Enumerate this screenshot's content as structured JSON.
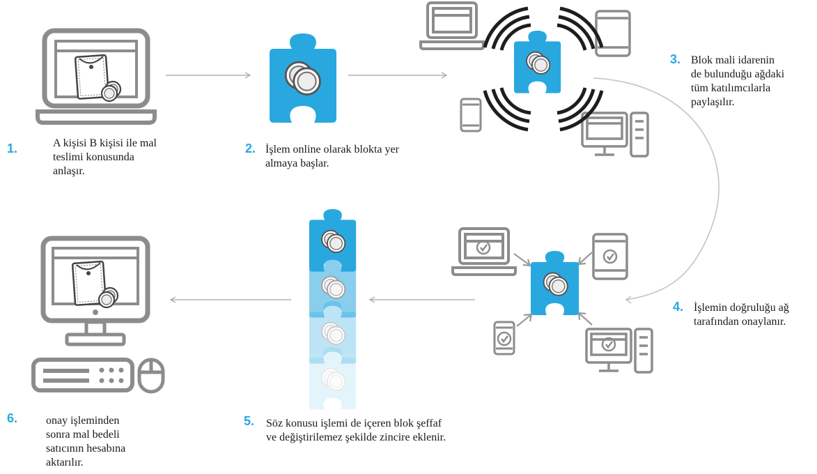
{
  "steps": [
    {
      "num": "1.",
      "text_lines": [
        "A kişisi B kişisi ile mal",
        "teslimi konusunda",
        "anlaşır."
      ]
    },
    {
      "num": "2.",
      "text_lines": [
        "İşlem online olarak blokta yer",
        "almaya başlar."
      ]
    },
    {
      "num": "3.",
      "text_lines": [
        "Blok mali idarenin",
        "de bulunduğu ağdaki",
        "tüm katılımcılarla",
        "paylaşılır."
      ]
    },
    {
      "num": "4.",
      "text_lines": [
        "İşlemin doğruluğu ağ",
        "tarafından onaylanır."
      ]
    },
    {
      "num": "5.",
      "text_lines": [
        "Söz konusu işlemi de içeren blok şeffaf",
        "ve değiştirilemez şekilde zincire eklenir."
      ]
    },
    {
      "num": "6.",
      "text_lines": [
        "onay işleminden",
        "sonra mal bedeli",
        "satıcının hesabına",
        "aktarılır."
      ]
    }
  ],
  "colors": {
    "accent": "#29a8e0",
    "icon_gray": "#8c8c8c",
    "arrow": "#b0b0b0",
    "dark_signal": "#1e1e1e"
  }
}
